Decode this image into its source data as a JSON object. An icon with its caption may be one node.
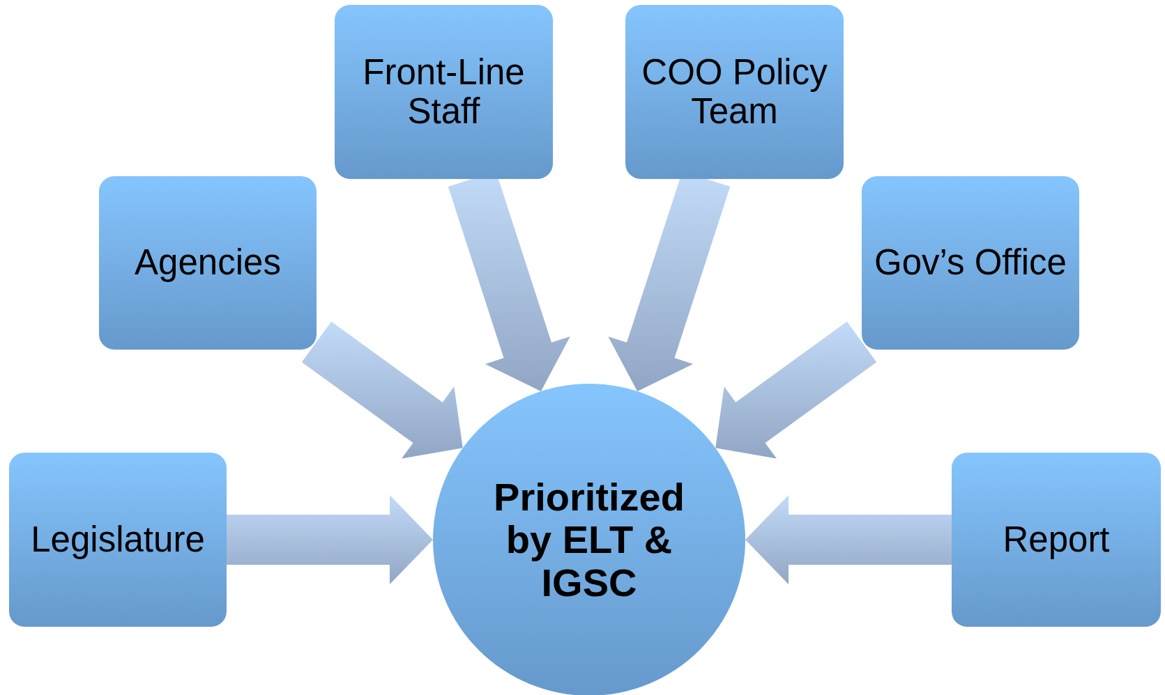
{
  "diagram": {
    "nodes": [
      {
        "text": [
          "Front-Line Staff"
        ]
      },
      {
        "text": [
          "COO Policy Team"
        ]
      },
      {
        "text": [
          "Agencies"
        ]
      },
      {
        "text": [
          "Gov’s Office"
        ]
      },
      {
        "text": [
          "Legislature"
        ]
      },
      {
        "text": [
          "Prioritized by ELT & IGSC"
        ]
      },
      {
        "text": [
          "Report"
        ]
      }
    ],
    "edges": [
      {
        "from": 0,
        "to": 5,
        "arrow": "to"
      },
      {
        "from": 1,
        "to": 5,
        "arrow": "to"
      },
      {
        "from": 2,
        "to": 5,
        "arrow": "to"
      },
      {
        "from": 3,
        "to": 5,
        "arrow": "to"
      },
      {
        "from": 4,
        "to": 5,
        "arrow": "to"
      },
      {
        "from": 6,
        "to": 5,
        "arrow": "to"
      }
    ]
  }
}
